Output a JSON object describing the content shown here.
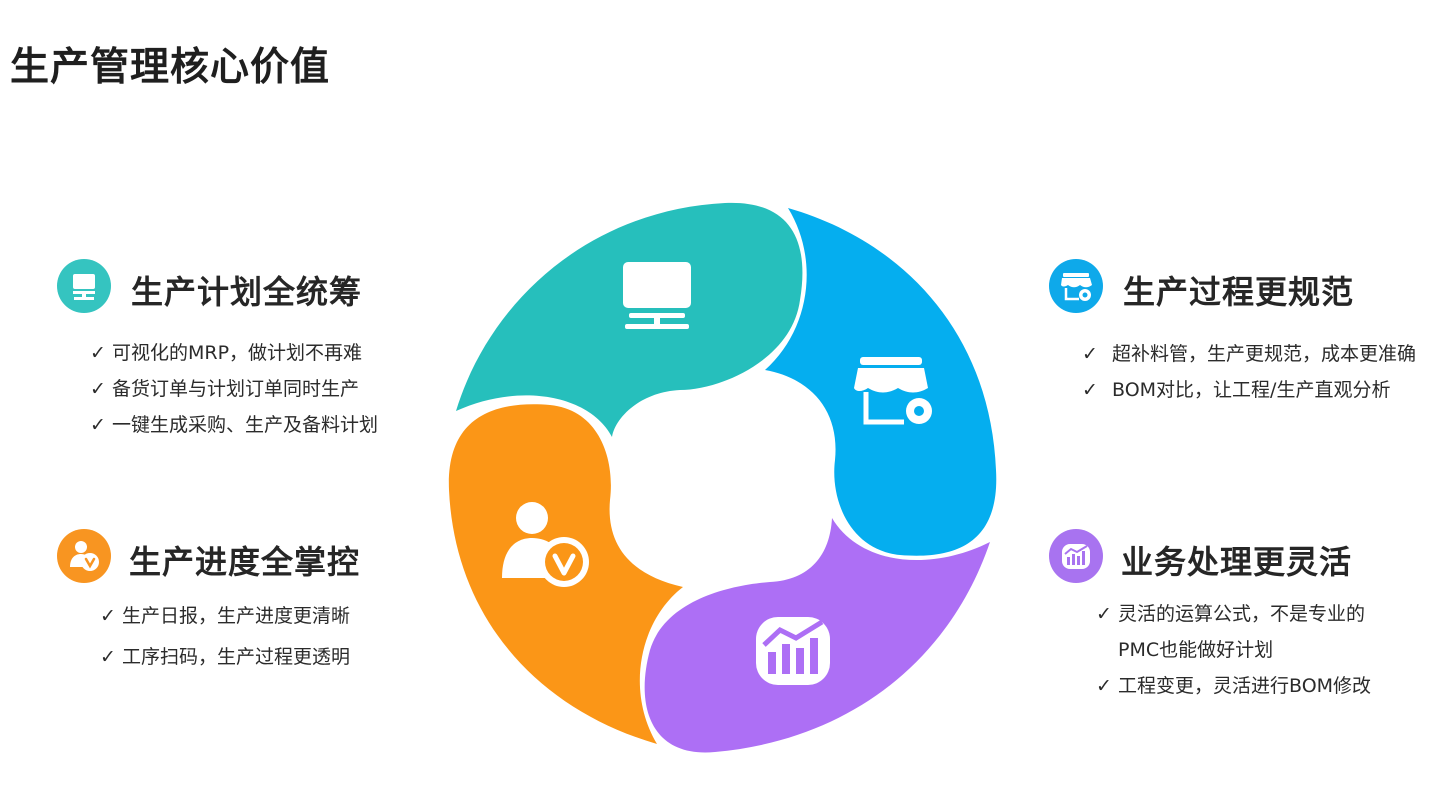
{
  "page": {
    "title": "生产管理核心价值"
  },
  "colors": {
    "teal": "#26BFBC",
    "blue": "#05AEEF",
    "purple": "#AD6FF5",
    "orange": "#FB9617",
    "badge_teal": "#35C4C0",
    "badge_blue": "#0EA9EA",
    "badge_purple": "#A873F0",
    "badge_orange": "#F89521"
  },
  "wheel": {
    "segments": [
      {
        "name": "teal-segment",
        "icon": "monitor-icon"
      },
      {
        "name": "blue-segment",
        "icon": "store-settings-icon"
      },
      {
        "name": "purple-segment",
        "icon": "bar-chart-icon"
      },
      {
        "name": "orange-segment",
        "icon": "user-verified-icon"
      }
    ]
  },
  "features": {
    "plan": {
      "title": "生产计划全统筹",
      "icon": "monitor-icon",
      "bullets": [
        "可视化的MRP，做计划不再难",
        "备货订单与计划订单同时生产",
        "一键生成采购、生产及备料计划"
      ]
    },
    "process": {
      "title": "生产过程更规范",
      "icon": "store-settings-icon",
      "bullets": [
        "超补料管，生产更规范，成本更准确",
        "BOM对比，让工程/生产直观分析"
      ]
    },
    "progress": {
      "title": "生产进度全掌控",
      "icon": "user-verified-icon",
      "bullets": [
        "生产日报，生产进度更清晰",
        "工序扫码，生产过程更透明"
      ]
    },
    "business": {
      "title": "业务处理更灵活",
      "icon": "bar-chart-icon",
      "bullets": [
        "灵活的运算公式，不是专业的",
        "PMC也能做好计划",
        "工程变更，灵活进行BOM修改"
      ]
    }
  },
  "check_mark": "✓"
}
